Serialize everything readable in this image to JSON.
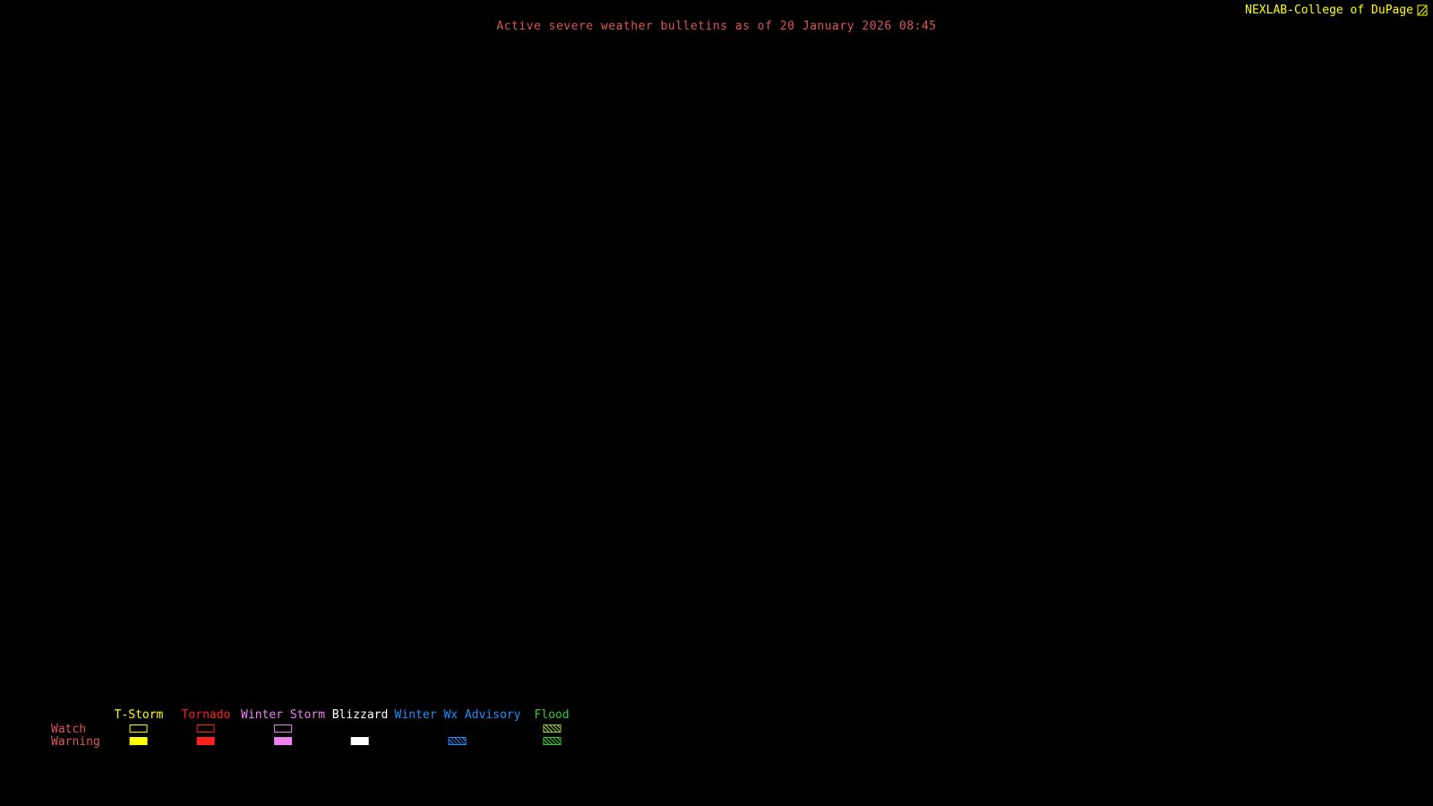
{
  "header": {
    "title": "Active severe weather bulletins as of 20 January 2026 08:45",
    "title_color": "#dd5555",
    "attribution": "NEXLAB-College of DuPage",
    "attribution_color": "#ffff00",
    "logo_icon": "cod-logo-icon"
  },
  "legend": {
    "watch_label": "Watch",
    "warning_label": "Warning",
    "row_label_color": "#dd5555",
    "columns": [
      {
        "label": "T-Storm",
        "color": "#ffff00",
        "watch_style": "outline",
        "warning_style": "fill",
        "watch_color": "#ffff00"
      },
      {
        "label": "Tornado",
        "color": "#ff2020",
        "watch_style": "outline",
        "warning_style": "fill",
        "watch_color": "#ff2020"
      },
      {
        "label": "Winter Storm",
        "color": "#ee82ee",
        "watch_style": "outline",
        "warning_style": "fill",
        "watch_color": "#ee82ee"
      },
      {
        "label": "Blizzard",
        "color": "#ffffff",
        "watch_style": "none",
        "warning_style": "fill",
        "watch_color": "#ffffff"
      },
      {
        "label": "Winter Wx Advisory",
        "color": "#1e90ff",
        "watch_style": "none",
        "warning_style": "hatch",
        "watch_color": "#1e90ff"
      },
      {
        "label": "Flood",
        "color": "#32cd32",
        "watch_style": "hatch",
        "warning_style": "hatch",
        "watch_color": "#9acd32"
      }
    ]
  }
}
